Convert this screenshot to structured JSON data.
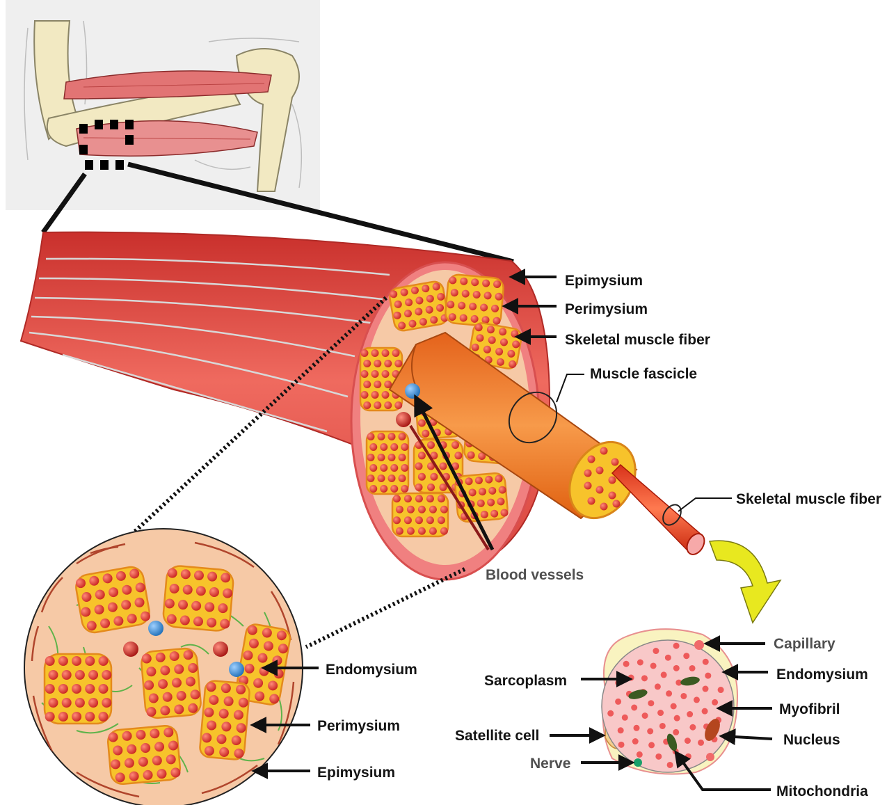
{
  "labels": {
    "epimysium_top": "Epimysium",
    "perimysium_top": "Perimysium",
    "skeletal_muscle_fiber_top": "Skeletal muscle fiber",
    "muscle_fascicle": "Muscle fascicle",
    "skeletal_muscle_fiber_right": "Skeletal muscle fiber",
    "blood_vessels": "Blood vessels",
    "endomysium_left": "Endomysium",
    "perimysium_left": "Perimysium",
    "epimysium_left": "Epimysium",
    "capillary": "Capillary",
    "endomysium_right": "Endomysium",
    "sarcoplasm": "Sarcoplasm",
    "myofibril": "Myofibril",
    "satellite_cell": "Satellite cell",
    "nucleus": "Nucleus",
    "nerve": "Nerve",
    "mitochondria": "Mitochondria"
  },
  "colors": {
    "muscle_red": "#e8504e",
    "connective_tissue": "#f6c9a6",
    "fascicle_yellow": "#f7c32b",
    "fiber_dot": "#d92d2b",
    "fascicle_orange": "#f07c2a",
    "vein_blue": "#3b8fd4",
    "artery_red": "#c8231f",
    "bone": "#f2e9c2",
    "endomysium_green": "#5fb34a",
    "curved_arrow": "#e8e81f"
  }
}
